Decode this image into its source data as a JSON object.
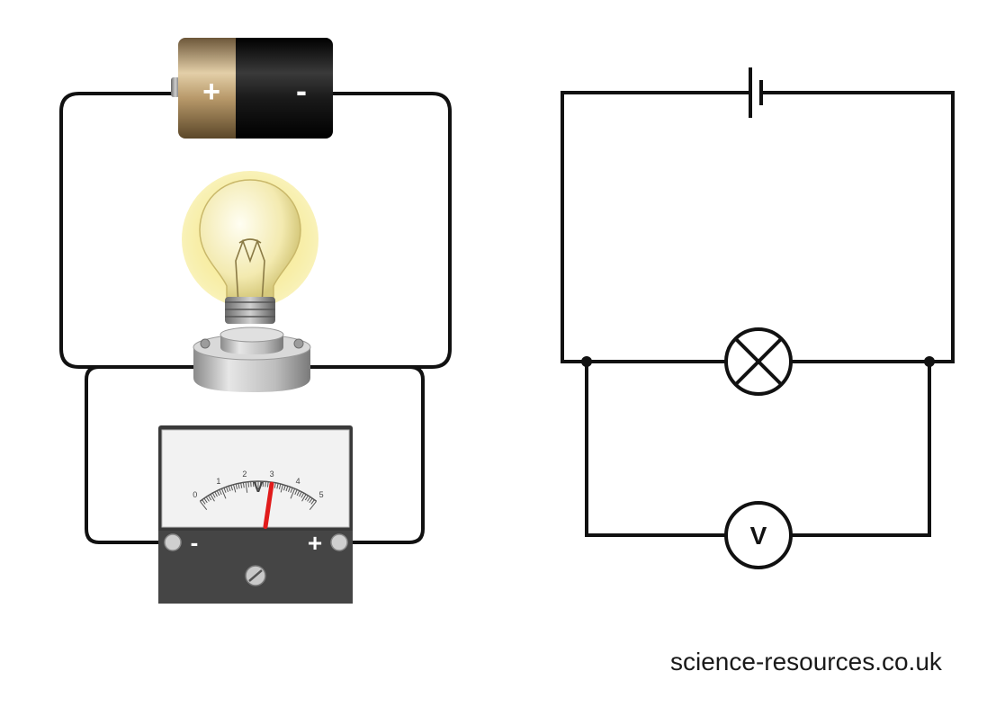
{
  "battery": {
    "positive_label": "+",
    "negative_label": "-"
  },
  "voltmeter": {
    "scale_labels": [
      "0",
      "1",
      "2",
      "3",
      "4",
      "5"
    ],
    "unit_label": "V",
    "reading": 3.05,
    "negative_label": "-",
    "positive_label": "+"
  },
  "circuit_symbol": {
    "voltmeter_label": "V"
  },
  "credit": "science-resources.co.uk",
  "colors": {
    "wire": "#111111",
    "needle": "#e11b1b",
    "meter_body": "#3a3a3a",
    "battery_brass": "#b8996a",
    "battery_black": "#1c1c1c",
    "bulb_glow": "#f7eca0"
  }
}
